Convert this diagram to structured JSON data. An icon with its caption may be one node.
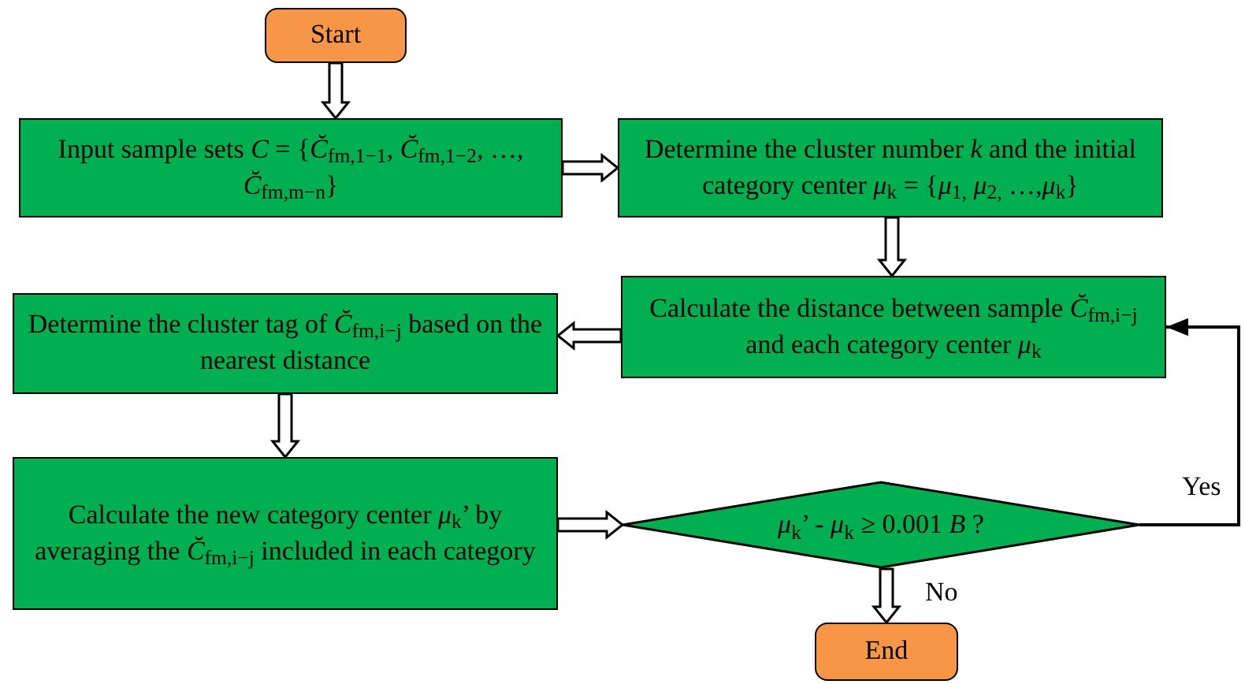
{
  "diagram": {
    "nodes": [
      {
        "text": [
          "Start"
        ]
      },
      {
        "text": [
          "Input sample sets *C* = {*C̆*$_{fm,1−1}$, *C̆*$_{fm,1−2}$, …, *C̆*$_{fm,m−n}$}"
        ]
      },
      {
        "text": [
          "Determine the cluster number *k* and the initial category center *μ*$_{k}$ = {*μ*$_{1,}$ *μ*$_{2,}$ …,*μ*$_{k}$}"
        ]
      },
      {
        "text": [
          "Calculate the distance between sample *C̆*$_{fm,i−j}$ and each category center *μ*$_{k}$"
        ]
      },
      {
        "text": [
          "Determine the cluster tag of *C̆*$_{fm,i−j}$ based on the nearest distance"
        ]
      },
      {
        "text": [
          "Calculate the new category center *μ*$_{k}$’ by averaging the *C̆*$_{fm,i−j}$ included in each category"
        ]
      },
      {
        "text": [
          "*μ*$_{k}$’ - *μ*$_{k}$ ≥ 0.001 *B* ?"
        ]
      },
      {
        "text": [
          "End"
        ]
      }
    ],
    "edges": [
      {
        "from": 0,
        "to": 1,
        "arrow": "to"
      },
      {
        "from": 1,
        "to": 2,
        "arrow": "to"
      },
      {
        "from": 2,
        "to": 3,
        "arrow": "to"
      },
      {
        "from": 3,
        "to": 4,
        "arrow": "to"
      },
      {
        "from": 4,
        "to": 5,
        "arrow": "to"
      },
      {
        "from": 5,
        "to": 6,
        "arrow": "to"
      },
      {
        "from": 6,
        "to": 7,
        "arrow": "to",
        "label": "No"
      },
      {
        "from": 6,
        "to": 3,
        "arrow": "to",
        "label": "Yes"
      }
    ]
  }
}
